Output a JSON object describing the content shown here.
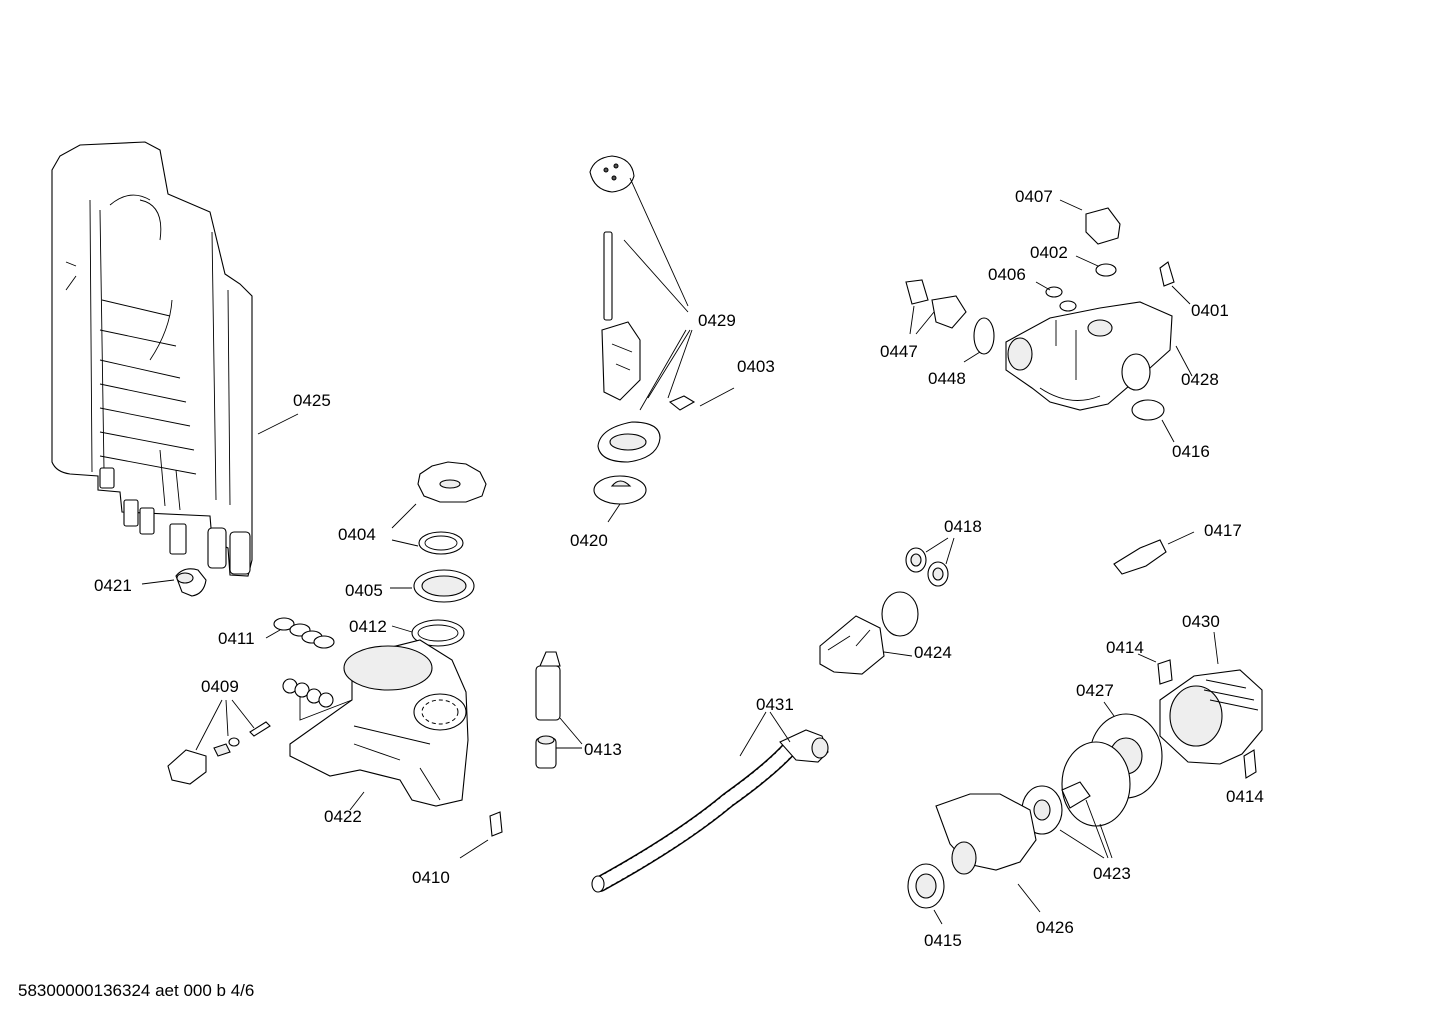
{
  "document_id": "58300000136324 aet 000 b 4/6",
  "part_labels": {
    "p0425": "0425",
    "p0421": "0421",
    "p0404": "0404",
    "p0405": "0405",
    "p0411": "0411",
    "p0412": "0412",
    "p0409": "0409",
    "p0422": "0422",
    "p0410": "0410",
    "p0429": "0429",
    "p0403": "0403",
    "p0420": "0420",
    "p0413": "0413",
    "p0431": "0431",
    "p0407": "0407",
    "p0402": "0402",
    "p0406": "0406",
    "p0401": "0401",
    "p0447": "0447",
    "p0448": "0448",
    "p0428": "0428",
    "p0416": "0416",
    "p0418": "0418",
    "p0417": "0417",
    "p0424": "0424",
    "p0430": "0430",
    "p0414a": "0414",
    "p0414b": "0414",
    "p0427": "0427",
    "p0423": "0423",
    "p0426": "0426",
    "p0415": "0415"
  }
}
